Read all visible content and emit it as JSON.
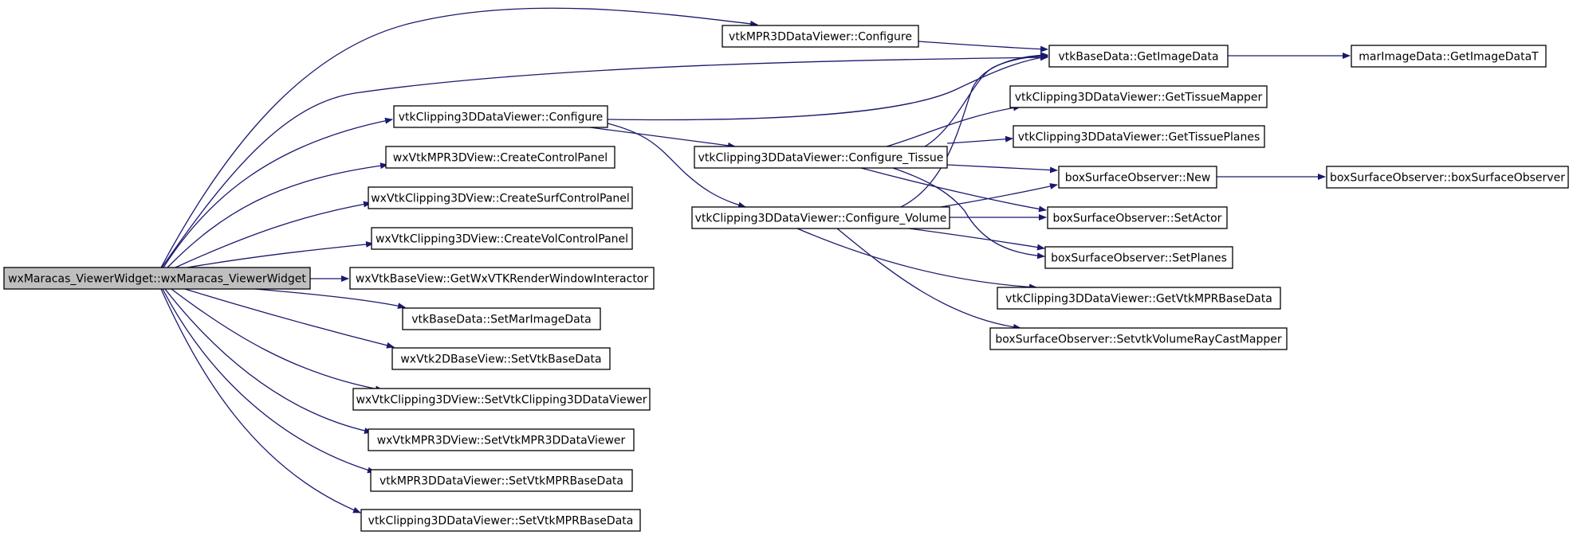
{
  "graph": {
    "edge_color": "#191970",
    "root_fill": "#bfbfbf",
    "nodes": [
      {
        "id": "root",
        "label": "wxMaracas_ViewerWidget::wxMaracas_ViewerWidget",
        "root": true
      },
      {
        "id": "mpr3d_configure",
        "label": "vtkMPR3DDataViewer::Configure"
      },
      {
        "id": "clip_configure",
        "label": "vtkClipping3DDataViewer::Configure"
      },
      {
        "id": "create_control",
        "label": "wxVtkMPR3DView::CreateControlPanel"
      },
      {
        "id": "create_surf",
        "label": "wxVtkClipping3DView::CreateSurfControlPanel"
      },
      {
        "id": "create_vol",
        "label": "wxVtkClipping3DView::CreateVolControlPanel"
      },
      {
        "id": "get_interactor",
        "label": "wxVtkBaseView::GetWxVTKRenderWindowInteractor"
      },
      {
        "id": "set_mar_image",
        "label": "vtkBaseData::SetMarImageData"
      },
      {
        "id": "set_vtk_base",
        "label": "wxVtk2DBaseView::SetVtkBaseData"
      },
      {
        "id": "set_clip_viewer",
        "label": "wxVtkClipping3DView::SetVtkClipping3DDataViewer"
      },
      {
        "id": "set_mpr3d_viewer",
        "label": "wxVtkMPR3DView::SetVtkMPR3DDataViewer"
      },
      {
        "id": "mpr3d_set_base",
        "label": "vtkMPR3DDataViewer::SetVtkMPRBaseData"
      },
      {
        "id": "clip_set_base",
        "label": "vtkClipping3DDataViewer::SetVtkMPRBaseData"
      },
      {
        "id": "get_image_data",
        "label": "vtkBaseData::GetImageData"
      },
      {
        "id": "mar_get_image",
        "label": "marImageData::GetImageDataT"
      },
      {
        "id": "configure_tissue",
        "label": "vtkClipping3DDataViewer::Configure_Tissue"
      },
      {
        "id": "configure_volume",
        "label": "vtkClipping3DDataViewer::Configure_Volume"
      },
      {
        "id": "get_tissue_mapper",
        "label": "vtkClipping3DDataViewer::GetTissueMapper"
      },
      {
        "id": "get_tissue_planes",
        "label": "vtkClipping3DDataViewer::GetTissuePlanes"
      },
      {
        "id": "observer_new",
        "label": "boxSurfaceObserver::New"
      },
      {
        "id": "observer_ctor",
        "label": "boxSurfaceObserver::boxSurfaceObserver"
      },
      {
        "id": "set_actor",
        "label": "boxSurfaceObserver::SetActor"
      },
      {
        "id": "set_planes",
        "label": "boxSurfaceObserver::SetPlanes"
      },
      {
        "id": "get_vtk_mpr_base",
        "label": "vtkClipping3DDataViewer::GetVtkMPRBaseData"
      },
      {
        "id": "set_raycast",
        "label": "boxSurfaceObserver::SetvtkVolumeRayCastMapper"
      }
    ],
    "edges": [
      {
        "from": "root",
        "to": "mpr3d_configure"
      },
      {
        "from": "root",
        "to": "get_image_data"
      },
      {
        "from": "root",
        "to": "clip_configure"
      },
      {
        "from": "root",
        "to": "create_control"
      },
      {
        "from": "root",
        "to": "create_surf"
      },
      {
        "from": "root",
        "to": "create_vol"
      },
      {
        "from": "root",
        "to": "get_interactor"
      },
      {
        "from": "root",
        "to": "set_mar_image"
      },
      {
        "from": "root",
        "to": "set_vtk_base"
      },
      {
        "from": "root",
        "to": "set_clip_viewer"
      },
      {
        "from": "root",
        "to": "set_mpr3d_viewer"
      },
      {
        "from": "root",
        "to": "mpr3d_set_base"
      },
      {
        "from": "root",
        "to": "clip_set_base"
      },
      {
        "from": "mpr3d_configure",
        "to": "get_image_data"
      },
      {
        "from": "clip_configure",
        "to": "get_image_data"
      },
      {
        "from": "clip_configure",
        "to": "configure_tissue"
      },
      {
        "from": "clip_configure",
        "to": "configure_volume"
      },
      {
        "from": "get_image_data",
        "to": "mar_get_image"
      },
      {
        "from": "configure_tissue",
        "to": "get_image_data"
      },
      {
        "from": "configure_tissue",
        "to": "get_tissue_mapper"
      },
      {
        "from": "configure_tissue",
        "to": "get_tissue_planes"
      },
      {
        "from": "configure_tissue",
        "to": "observer_new"
      },
      {
        "from": "configure_tissue",
        "to": "set_actor"
      },
      {
        "from": "configure_tissue",
        "to": "set_planes"
      },
      {
        "from": "configure_volume",
        "to": "get_image_data"
      },
      {
        "from": "configure_volume",
        "to": "observer_new"
      },
      {
        "from": "configure_volume",
        "to": "set_actor"
      },
      {
        "from": "configure_volume",
        "to": "set_planes"
      },
      {
        "from": "configure_volume",
        "to": "get_vtk_mpr_base"
      },
      {
        "from": "configure_volume",
        "to": "set_raycast"
      },
      {
        "from": "observer_new",
        "to": "observer_ctor"
      }
    ]
  }
}
